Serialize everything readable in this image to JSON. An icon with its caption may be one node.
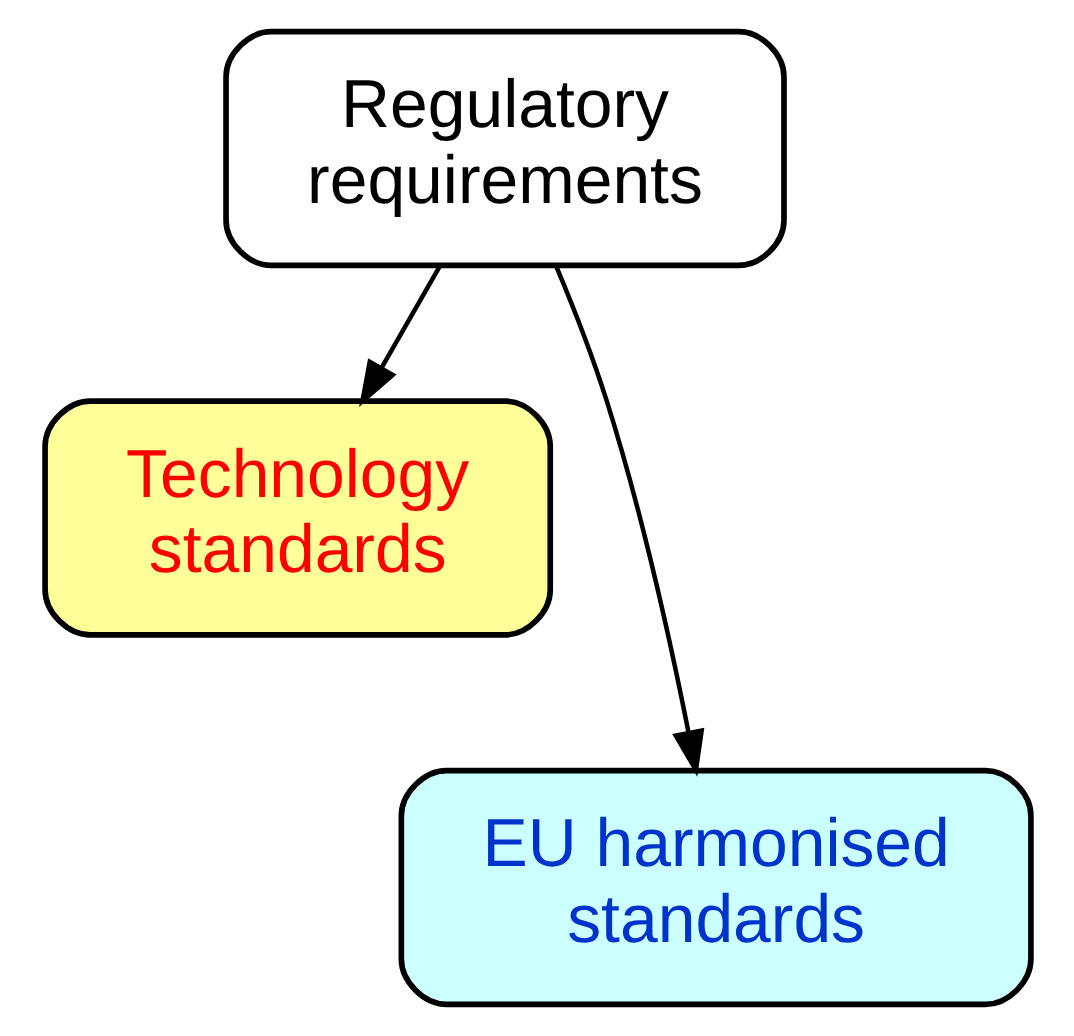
{
  "diagram": {
    "nodes": [
      {
        "text": [
          "Regulatory requirements"
        ]
      },
      {
        "text": [
          "Technology standards"
        ]
      },
      {
        "text": [
          "EU harmonised standards"
        ]
      }
    ],
    "edges": [
      {
        "from": 0,
        "to": 1,
        "arrow": "to"
      },
      {
        "from": 0,
        "to": 2,
        "arrow": "to"
      }
    ]
  }
}
